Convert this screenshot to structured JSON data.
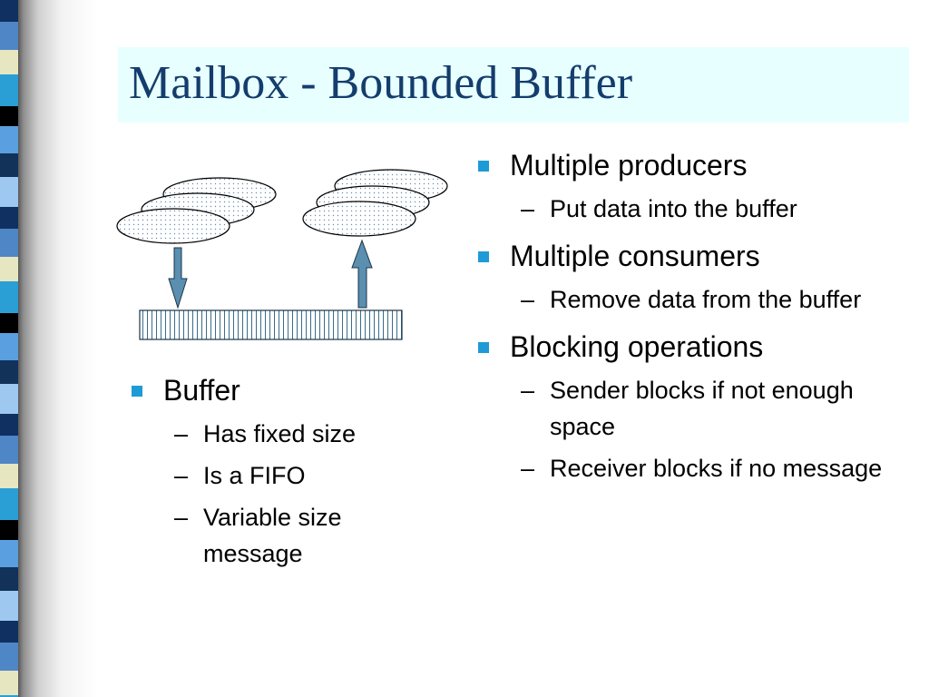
{
  "slide": {
    "title": "Mailbox - Bounded Buffer",
    "left_bullets": [
      {
        "text": "Buffer",
        "sub": [
          "Has fixed size",
          "Is a FIFO",
          "Variable size message"
        ]
      }
    ],
    "right_bullets": [
      {
        "text": "Multiple producers",
        "sub": [
          "Put data into the buffer"
        ]
      },
      {
        "text": "Multiple consumers",
        "sub": [
          "Remove data from the buffer"
        ]
      },
      {
        "text": "Blocking operations",
        "sub": [
          "Sender blocks if not enough space",
          "Receiver blocks if no message"
        ]
      }
    ]
  },
  "colors": {
    "title_text": "#143d6e",
    "title_background": "#e8ffff",
    "bullet": "#1e9ad6",
    "arrow": "#5a8fb0",
    "stripe": [
      "#0f3060",
      "#4f86c6",
      "#e6e6c0",
      "#2a9fd6",
      "#000000",
      "#5aa0e0",
      "#12325a",
      "#9ec8f0"
    ]
  },
  "icons": {
    "bullet": "square-bullet",
    "sub_bullet": "dash",
    "message": "dotted-ellipse",
    "buffer": "hatched-bar"
  }
}
